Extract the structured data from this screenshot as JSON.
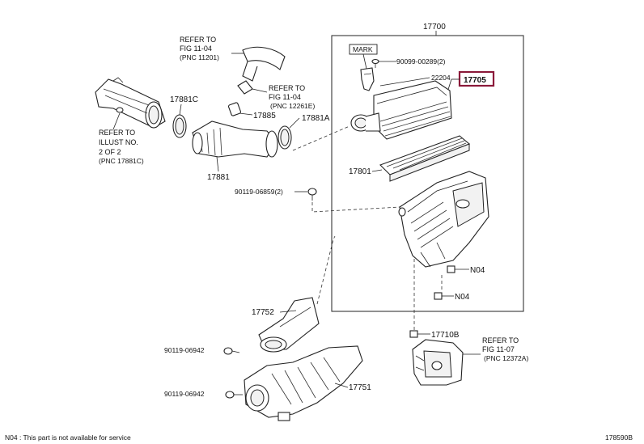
{
  "diagram": {
    "assembly_number": "17700",
    "highlighted_part": "17705",
    "highlight_color": "#8b1a3a",
    "mark_label": "MARK",
    "parts": {
      "p90099": "90099-00289(2)",
      "p22204": "22204",
      "p17705": "17705",
      "p17801": "17801",
      "n04_a": "N04",
      "n04_b": "N04",
      "p17881c": "17881C",
      "p17885": "17885",
      "p17881a": "17881A",
      "p17881": "17881",
      "p90119_a": "90119-06859(2)",
      "p17752": "17752",
      "p17710b": "17710B",
      "p90119_b": "90119-06942",
      "p90119_c": "90119-06942",
      "p17751": "17751"
    },
    "references": {
      "ref1": [
        "REFER TO",
        "FIG 11-04",
        "(PNC 11201)"
      ],
      "ref2": [
        "REFER TO",
        "FIG 11-04",
        "(PNC 12261E)"
      ],
      "ref3": [
        "REFER TO",
        "ILLUST NO.",
        "2 OF 2",
        "(PNC 17881C)"
      ],
      "ref4": [
        "REFER TO",
        "FIG 11-07",
        "(PNC 12372A)"
      ]
    },
    "footnote": "N04 : This part is not available for service",
    "figure_code": "178590B"
  }
}
